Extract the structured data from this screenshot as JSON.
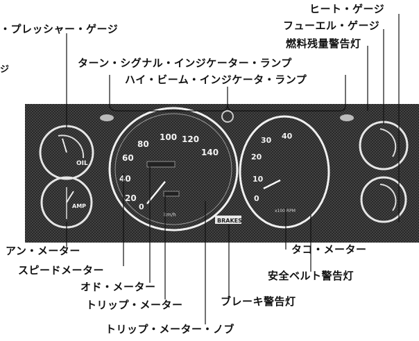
{
  "labels": {
    "heat_gauge": "ヒート・ゲージ",
    "fuel_gauge": "フューエル・ゲージ",
    "fuel_warning_lamp": "燃料残量警告灯",
    "oil_pressure_gauge": "・プレッシャー・ゲージ",
    "turn_signal_lamp": "ターン・シグナル・インジケーター・ランプ",
    "high_beam_lamp": "ハイ・ビーム・インジケータ・ランプ",
    "ammeter": "アン・メーター",
    "speedometer": "スピードメーター",
    "odometer": "オド・メーター",
    "trip_meter": "トリップ・メーター",
    "trip_meter_knob": "トリップ・メーター・ノブ",
    "brake_warning_lamp": "ブレーキ警告灯",
    "tachometer": "タコ・メーター",
    "seatbelt_warning_lamp": "安全ベルト警告灯",
    "edge_fragment": "ジ"
  },
  "gauges": {
    "oil_text": "OIL",
    "amp_text": "AMP",
    "speed_ticks": [
      "20",
      "40",
      "60",
      "80",
      "100",
      "120",
      "140"
    ],
    "speed_unit": "km/h",
    "speed_zero": "0",
    "tach_ticks": [
      "0",
      "10",
      "20",
      "30",
      "40"
    ],
    "tach_unit": "x100 RPM",
    "brake_text": "BRAKES"
  }
}
